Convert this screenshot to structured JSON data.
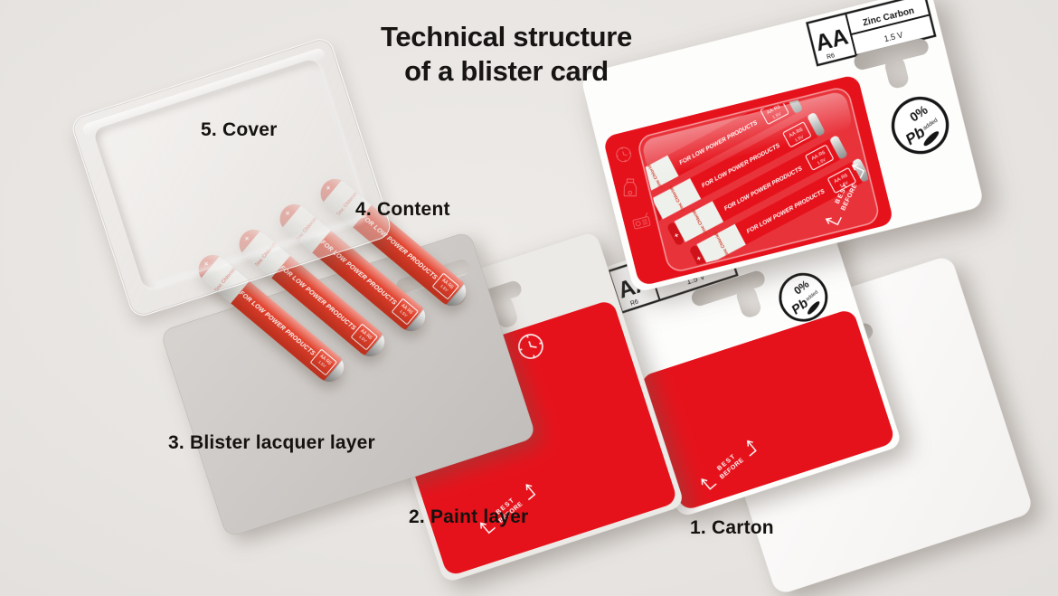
{
  "title": {
    "line1": "Technical structure",
    "line2": "of a blister card"
  },
  "labels": {
    "cover": "5. Cover",
    "content": "4. Content",
    "lacquer": "3. Blister lacquer layer",
    "paint": "2. Paint layer",
    "carton": "1. Carton"
  },
  "pack_header": {
    "size": "AA",
    "model": "R6",
    "chemistry": "Zinc Carbon",
    "voltage": "1.5 V"
  },
  "battery_label": {
    "slogan": "FOR LOW POWER PRODUCTS",
    "chemistry": "Zinc Chloride",
    "type": "AA·R6",
    "voltage": "1.5V",
    "polarity": "+"
  },
  "pb_logo": {
    "percent": "0%",
    "element": "Pb",
    "suffix": "added"
  },
  "best_before": {
    "line1": "BEST",
    "line2": "BEFORE"
  },
  "icons": {
    "paint_layer": [
      "radio-icon",
      "flashlight-icon",
      "clock-icon"
    ],
    "hang_hole": "euro-slot"
  },
  "colors": {
    "background": "#e8e5e2",
    "red": "#e6121b",
    "battery_red": "#e13a24",
    "card_gray": "#ccc8c5",
    "silver": "#c7c8c6",
    "ink": "#171513"
  }
}
